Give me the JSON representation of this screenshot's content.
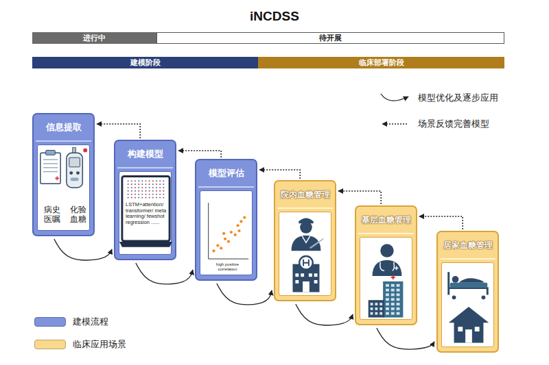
{
  "diagram": {
    "title": "iNCDSS",
    "nodes": [
      {
        "text": [
          "进行中"
        ]
      },
      {
        "text": [
          "待开展"
        ]
      },
      {
        "text": [
          "建模阶段"
        ]
      },
      {
        "text": [
          "临床部署阶段"
        ]
      },
      {
        "text": [
          "信息提取",
          "病史 医嘱",
          "化验 血糖"
        ]
      },
      {
        "text": [
          "构建模型",
          "LSTM+attention/ transformer/ meta learning/ fewshot regression ......"
        ]
      },
      {
        "text": [
          "模型评估",
          "high positive correlation"
        ]
      },
      {
        "text": [
          "院内血糖管理"
        ]
      },
      {
        "text": [
          "基层血糖管理"
        ]
      },
      {
        "text": [
          "居家血糖管理"
        ]
      }
    ],
    "edges": [
      {
        "from": 4,
        "to": 5,
        "arrow": "to"
      },
      {
        "from": 5,
        "to": 6,
        "arrow": "to"
      },
      {
        "from": 6,
        "to": 7,
        "arrow": "to"
      },
      {
        "from": 7,
        "to": 8,
        "arrow": "to"
      },
      {
        "from": 8,
        "to": 9,
        "arrow": "to"
      },
      {
        "from": 5,
        "to": 4,
        "arrow": "to"
      },
      {
        "from": 6,
        "to": 5,
        "arrow": "to"
      },
      {
        "from": 7,
        "to": 6,
        "arrow": "to"
      },
      {
        "from": 8,
        "to": 7,
        "arrow": "to"
      },
      {
        "from": 9,
        "to": 8,
        "arrow": "to"
      }
    ],
    "legend": [
      {
        "text": "模型优化及逐步应用"
      },
      {
        "text": "场景反馈完善模型"
      },
      {
        "text": "建模流程",
        "color": "#7f92dc"
      },
      {
        "text": "临床应用场景",
        "color": "#fad98c"
      }
    ]
  }
}
